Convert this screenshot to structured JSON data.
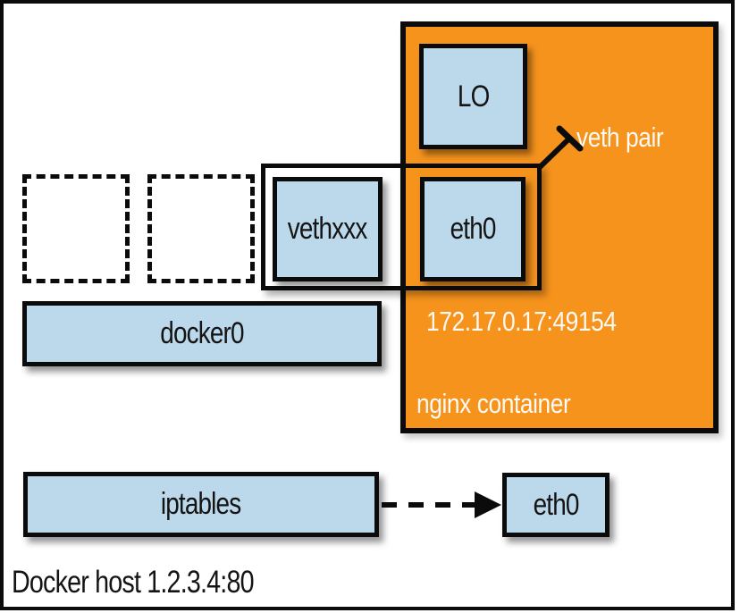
{
  "figure": {
    "host_label": "Docker host 1.2.3.4:80",
    "bridge_label": "docker0",
    "iptables_label": "iptables",
    "host_eth0_label": "eth0",
    "veth_box_label": "vethxxx",
    "veth_callout_label": "veth pair",
    "container": {
      "loopback_label": "LO",
      "eth0_label": "eth0",
      "ip_label": "172.17.0.17:49154",
      "name_label": "nginx container"
    },
    "colors": {
      "container_fill": "#F6931D",
      "interface_fill": "#BCD9EC",
      "line": "#0B0B0B",
      "container_text": "#FCFAF3"
    }
  }
}
